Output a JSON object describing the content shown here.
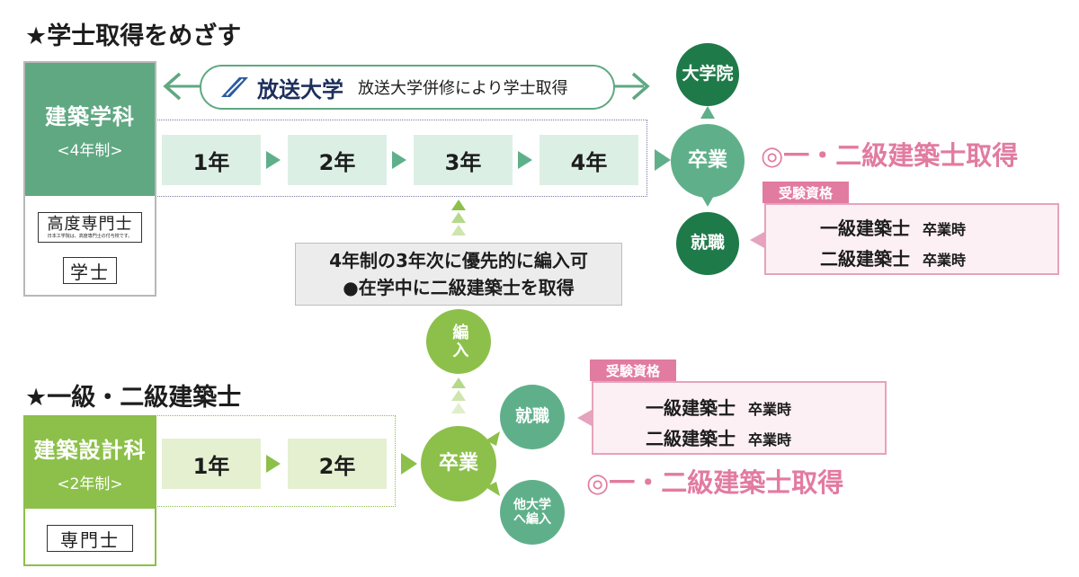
{
  "section1": {
    "heading": "★学士取得をめざす",
    "department": {
      "name": "建築学科",
      "duration": "<4年制>"
    },
    "degree_logo_text": "高度専門士",
    "degree_logo_sub": "日本工学院は、高度専門士の付与校です。",
    "degree": "学士",
    "partner": {
      "name": "放送大学",
      "description": "放送大学併修により学士取得"
    },
    "years": [
      "1年",
      "2年",
      "3年",
      "4年"
    ],
    "graduation": "卒業",
    "university": "大学院",
    "employment": "就職",
    "result": "◎一・二級建築士取得",
    "qualification": {
      "label": "受験資格",
      "rows": [
        {
          "title": "一級建築士",
          "when": "卒業時"
        },
        {
          "title": "二級建築士",
          "when": "卒業時"
        }
      ]
    },
    "note_line1": "4年制の3年次に優先的に編入可",
    "note_line2": "●在学中に二級建築士を取得"
  },
  "section2": {
    "heading": "★一級・二級建築士",
    "department": {
      "name": "建築設計科",
      "duration": "<2年制>"
    },
    "degree": "専門士",
    "years": [
      "1年",
      "2年"
    ],
    "graduation": "卒業",
    "transfer": "編入",
    "employment": "就職",
    "other_univ": "他大学へ編入",
    "result": "◎一・二級建築士取得",
    "qualification": {
      "label": "受験資格",
      "rows": [
        {
          "title": "一級建築士",
          "when": "卒業時"
        },
        {
          "title": "二級建築士",
          "when": "卒業時"
        }
      ]
    }
  },
  "colors": {
    "dark_green": "#1f7a4a",
    "mid_green": "#5fb08a",
    "light_green_box": "#dcefe5",
    "dept1_green": "#5fa882",
    "dept2_green": "#8cc04a",
    "lime_circle": "#8cc04a",
    "pink": "#e27ba0"
  }
}
